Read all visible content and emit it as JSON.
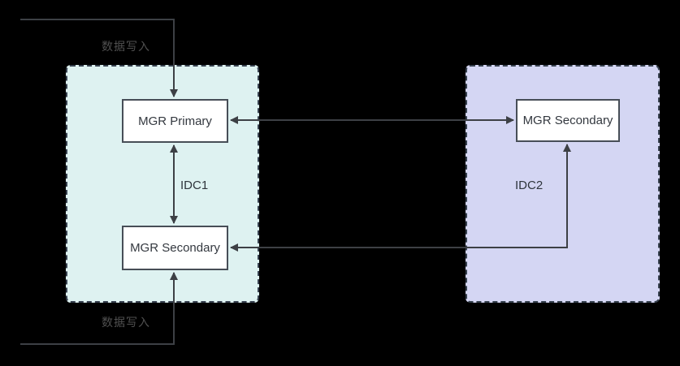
{
  "diagram": {
    "background_color": "#000000",
    "connector_color": "#3d4045",
    "containers": [
      {
        "id": "idc1",
        "label": "IDC1",
        "fill": "#def2f1",
        "border_color": "#36404e",
        "border_style": "dashed"
      },
      {
        "id": "idc2",
        "label": "IDC2",
        "fill": "#d4d6f3",
        "border_color": "#36404e",
        "border_style": "dashed"
      }
    ],
    "nodes": [
      {
        "id": "mgr-primary-idc1",
        "label": "MGR Primary",
        "container": "idc1",
        "fill": "#ffffff",
        "border_color": "#474e57"
      },
      {
        "id": "mgr-secondary-idc1",
        "label": "MGR Secondary",
        "container": "idc1",
        "fill": "#ffffff",
        "border_color": "#474e57"
      },
      {
        "id": "mgr-secondary-idc2",
        "label": "MGR Secondary",
        "container": "idc2",
        "fill": "#ffffff",
        "border_color": "#474e57"
      }
    ],
    "flow_labels": [
      {
        "id": "data-write-top",
        "label": "数据写入",
        "position": "top-left"
      },
      {
        "id": "data-write-bottom",
        "label": "数据写入",
        "position": "bottom-left"
      }
    ],
    "edges": [
      {
        "from": "external-left-top",
        "to": "mgr-primary-idc1",
        "arrows": "end",
        "shape": "elbow"
      },
      {
        "from": "external-left-bottom",
        "to": "mgr-secondary-idc1",
        "arrows": "end",
        "shape": "elbow"
      },
      {
        "from": "mgr-primary-idc1",
        "to": "mgr-secondary-idc1",
        "arrows": "both",
        "shape": "straight-vertical"
      },
      {
        "from": "mgr-primary-idc1",
        "to": "mgr-secondary-idc2",
        "arrows": "both",
        "shape": "straight-horizontal"
      },
      {
        "from": "mgr-secondary-idc1",
        "to": "mgr-secondary-idc2",
        "arrows": "both",
        "shape": "elbow"
      }
    ]
  }
}
